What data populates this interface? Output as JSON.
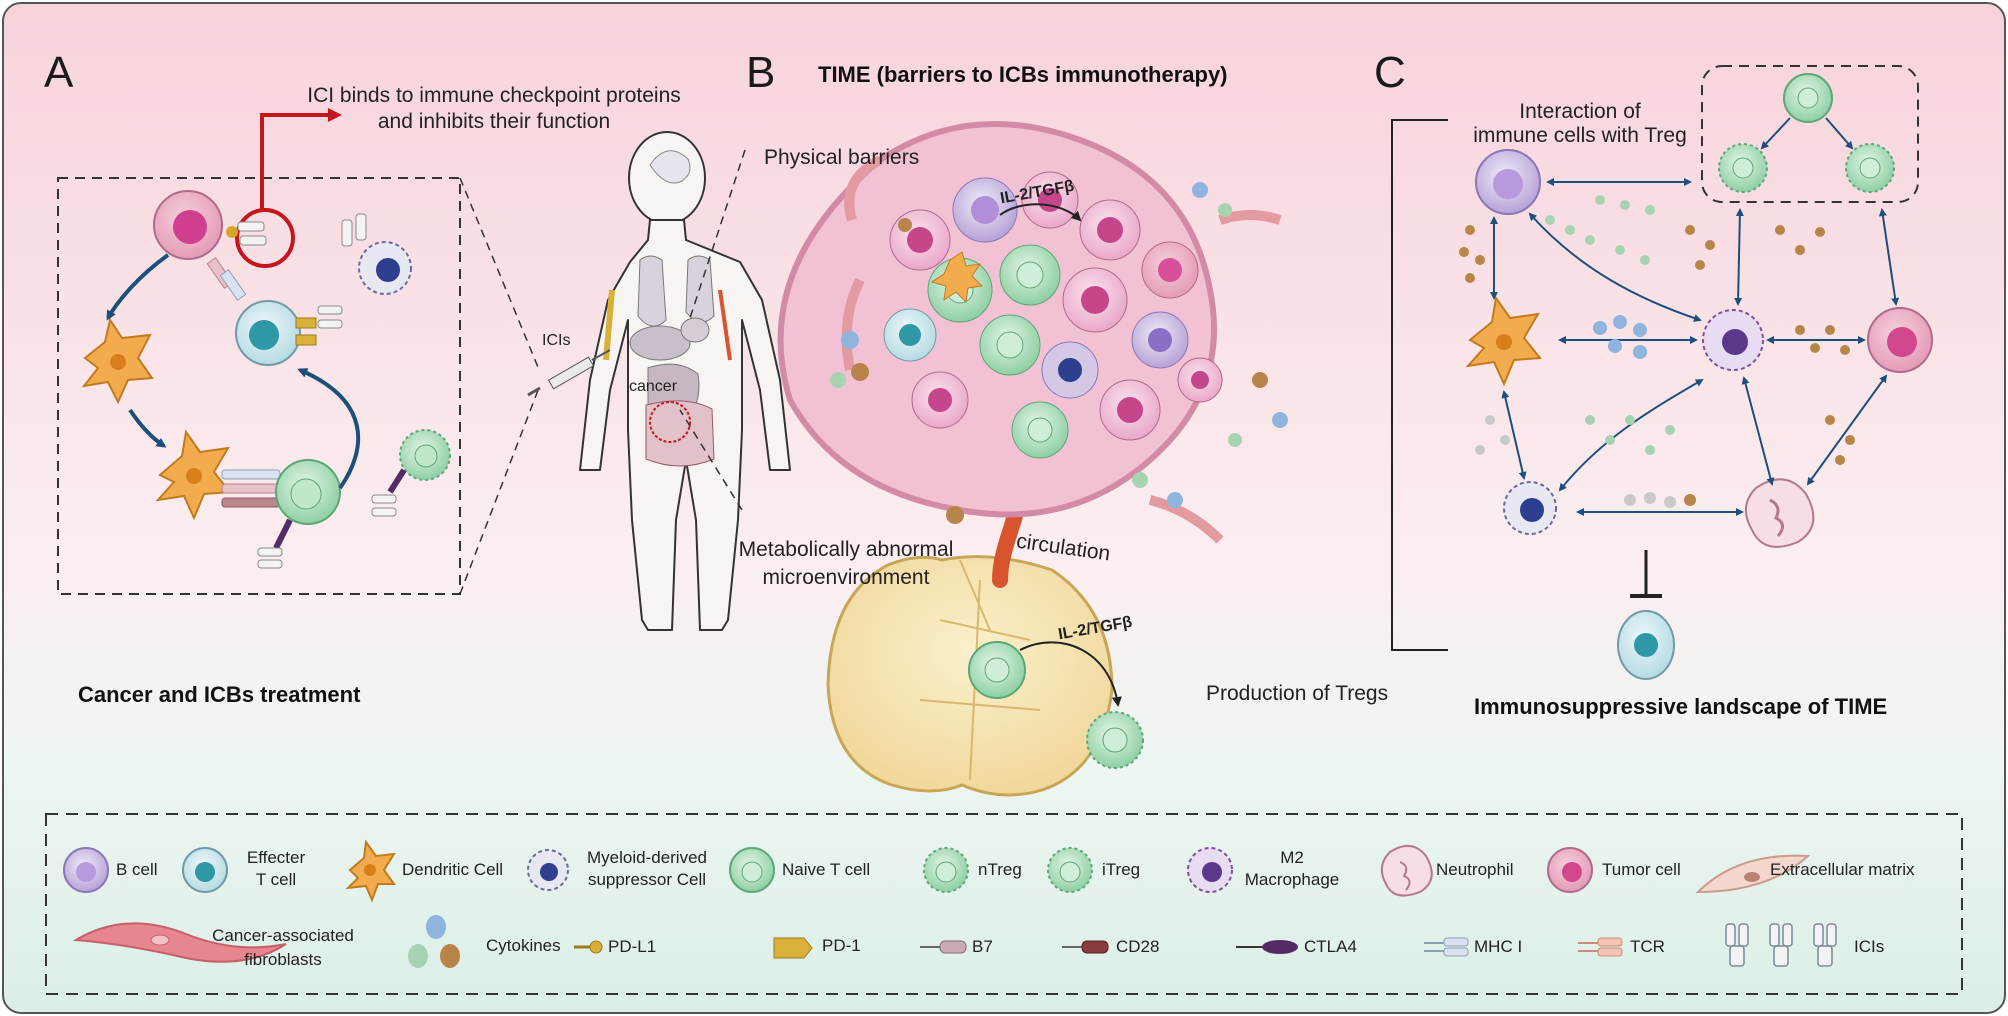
{
  "panels": {
    "a": {
      "letter": "A",
      "callout_line1": "ICI binds to immune checkpoint proteins",
      "callout_line2": "and inhibits their function",
      "icis_label": "ICIs",
      "cancer_label": "cancer",
      "caption": "Cancer and ICBs treatment"
    },
    "b": {
      "letter": "B",
      "title": "TIME (barriers to ICBs immunotherapy)",
      "physical_barriers": "Physical barriers",
      "metabolic_line1": "Metabolically abnormal",
      "metabolic_line2": "microenvironment",
      "il2_top": "IL-2/TGFβ",
      "il2_bottom": "IL-2/TGFβ",
      "circulation": "circulation",
      "production": "Production of Tregs"
    },
    "c": {
      "letter": "C",
      "interaction_line1": "Interaction of",
      "interaction_line2": "immune cells with Treg",
      "caption": "Immunosuppressive landscape of TIME"
    }
  },
  "legend": {
    "b_cell": "B cell",
    "effecter_1": "Effecter",
    "effecter_2": "T cell",
    "dendritic": "Dendritic Cell",
    "myeloid_1": "Myeloid-derived",
    "myeloid_2": "suppressor Cell",
    "naive": "Naive T cell",
    "ntreg": "nTreg",
    "itreg": "iTreg",
    "m2_1": "M2",
    "m2_2": "Macrophage",
    "neutrophil": "Neutrophil",
    "tumor": "Tumor cell",
    "ecm": "Extracellular matrix",
    "caf_1": "Cancer-associated",
    "caf_2": "fibroblasts",
    "cytokines": "Cytokines",
    "pdl1": "PD-L1",
    "pd1": "PD-1",
    "b7": "B7",
    "cd28": "CD28",
    "ctla4": "CTLA4",
    "mhc": "MHC I",
    "tcr": "TCR",
    "icis": "ICIs"
  },
  "colors": {
    "bg_top": "#f7d9de",
    "bg_bottom": "#dff0e9",
    "arrow_blue": "#1d4f7c",
    "callout_red": "#c4161c",
    "naive_green": "#9fd8b0",
    "tumor_pink": "#d6569a",
    "b_cell_purple": "#b9a5d8",
    "effector_teal": "#3aa3ae",
    "dendritic_orange": "#f0a53c",
    "mdsc_blue": "#2e3f8f",
    "m2_purple": "#7c4fa3",
    "vessel_red": "#d8542f",
    "cytokine_brown": "#b7854a",
    "cytokine_blue": "#8fb4dd",
    "cytokine_green": "#a7d3b3",
    "lymph_tan": "#f1dca3"
  }
}
